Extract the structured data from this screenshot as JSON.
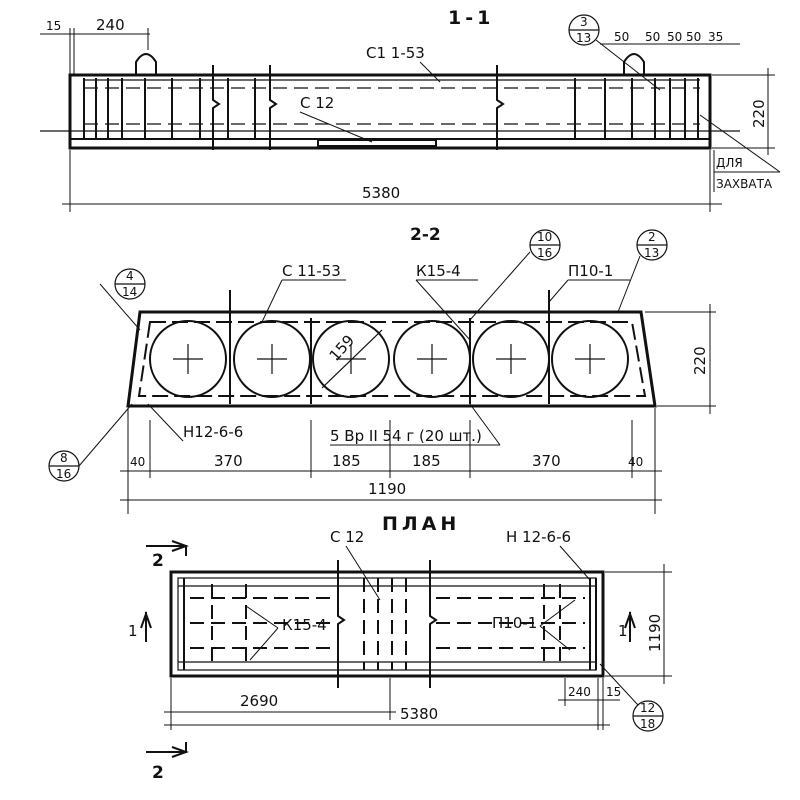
{
  "section_1_1": {
    "title": "1-1",
    "label_top": "С1 1-53",
    "label_mid": "С 12",
    "dim_15": "15",
    "dim_240": "240",
    "dim_50a": "50",
    "dim_50b": "50",
    "dim_50c": "50",
    "dim_50d": "50",
    "dim_35": "35",
    "dim_220": "220",
    "dim_5380": "5380",
    "note_line1": "ДЛЯ",
    "note_line2": "ЗАХВАТА",
    "callout_top": "3",
    "callout_bottom": "13"
  },
  "section_2_2": {
    "title": "2-2",
    "label_c": "С 11-53",
    "label_k": "К15-4",
    "label_p": "П10-1",
    "label_n": "Н12-6-6",
    "label_rebar": "5 Вр II 54 г (20 шт.)",
    "dim_159": "159",
    "dim_220": "220",
    "dim_40a": "40",
    "dim_370a": "370",
    "dim_185a": "185",
    "dim_185b": "185",
    "dim_370b": "370",
    "dim_40b": "40",
    "dim_1190": "1190",
    "callout_a_top": "4",
    "callout_a_bottom": "14",
    "callout_b_top": "10",
    "callout_b_bottom": "16",
    "callout_c_top": "2",
    "callout_c_bottom": "13",
    "callout_d_top": "8",
    "callout_d_bottom": "16"
  },
  "plan": {
    "title": "ПЛАН",
    "label_c": "С 12",
    "label_n": "Н 12-6-6",
    "label_k": "К15-4",
    "label_p": "П10-1",
    "cut_2_top": "2",
    "cut_2_bottom": "2",
    "cut_1_left": "1",
    "cut_1_right": "1",
    "dim_2690": "2690",
    "dim_5380": "5380",
    "dim_240": "240",
    "dim_15": "15",
    "dim_1190": "1190",
    "callout_top": "12",
    "callout_bottom": "18"
  }
}
